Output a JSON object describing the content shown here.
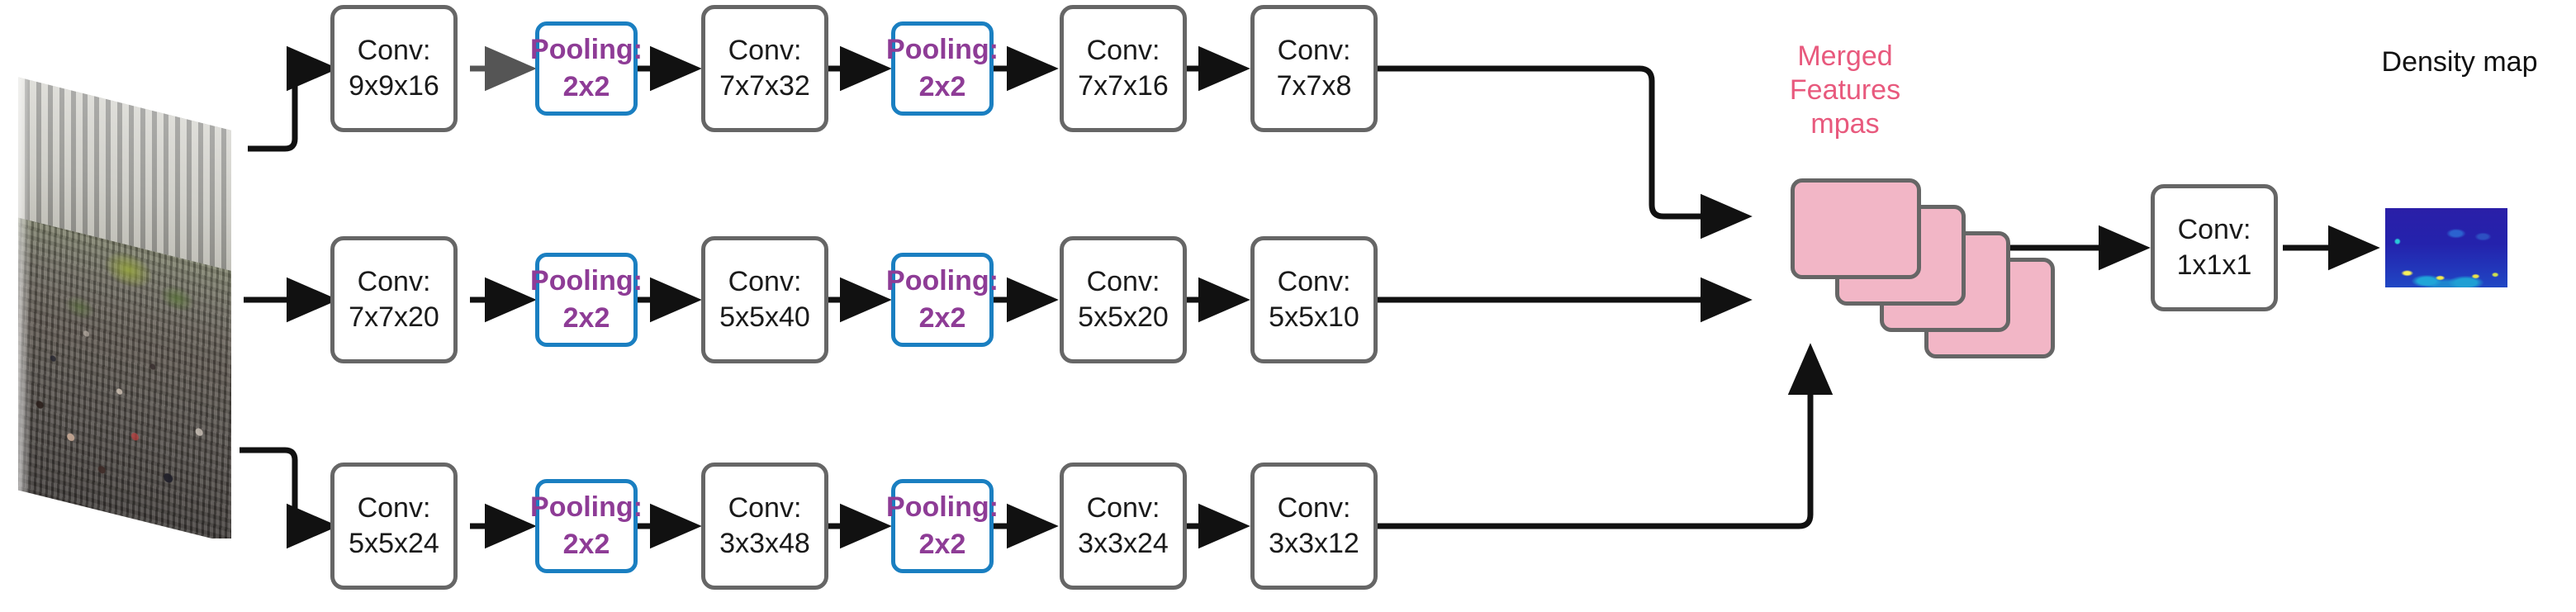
{
  "diagram": {
    "title": "Multi-column CNN crowd density estimation architecture",
    "colors": {
      "conv_border": "#666666",
      "pool_border": "#1a7fc1",
      "pool_text": "#8e3c96",
      "merged_fill": "#f2b6c6",
      "merged_label": "#e8597d",
      "arrow": "#111111",
      "background": "#ffffff"
    },
    "input": {
      "name": "crowd-input-image",
      "alt": "Skewed perspective photograph of a dense street crowd"
    },
    "branches": [
      {
        "id": "branch-large-kernel",
        "nodes": [
          {
            "type": "conv",
            "line1": "Conv:",
            "line2": "9x9x16"
          },
          {
            "type": "pooling",
            "line1": "Pooling:",
            "line2": "2x2"
          },
          {
            "type": "conv",
            "line1": "Conv:",
            "line2": "7x7x32"
          },
          {
            "type": "pooling",
            "line1": "Pooling:",
            "line2": "2x2"
          },
          {
            "type": "conv",
            "line1": "Conv:",
            "line2": "7x7x16"
          },
          {
            "type": "conv",
            "line1": "Conv:",
            "line2": "7x7x8"
          }
        ]
      },
      {
        "id": "branch-medium-kernel",
        "nodes": [
          {
            "type": "conv",
            "line1": "Conv:",
            "line2": "7x7x20"
          },
          {
            "type": "pooling",
            "line1": "Pooling:",
            "line2": "2x2"
          },
          {
            "type": "conv",
            "line1": "Conv:",
            "line2": "5x5x40"
          },
          {
            "type": "pooling",
            "line1": "Pooling:",
            "line2": "2x2"
          },
          {
            "type": "conv",
            "line1": "Conv:",
            "line2": "5x5x20"
          },
          {
            "type": "conv",
            "line1": "Conv:",
            "line2": "5x5x10"
          }
        ]
      },
      {
        "id": "branch-small-kernel",
        "nodes": [
          {
            "type": "conv",
            "line1": "Conv:",
            "line2": "5x5x24"
          },
          {
            "type": "pooling",
            "line1": "Pooling:",
            "line2": "2x2"
          },
          {
            "type": "conv",
            "line1": "Conv:",
            "line2": "3x3x48"
          },
          {
            "type": "pooling",
            "line1": "Pooling:",
            "line2": "2x2"
          },
          {
            "type": "conv",
            "line1": "Conv:",
            "line2": "3x3x24"
          },
          {
            "type": "conv",
            "line1": "Conv:",
            "line2": "3x3x12"
          }
        ]
      }
    ],
    "merged": {
      "label": "Merged\nFeatures\nmpas",
      "stack_count": 4
    },
    "fusion": {
      "type": "conv",
      "line1": "Conv:",
      "line2": "1x1x1"
    },
    "output": {
      "label": "Density map",
      "name": "density-map-image"
    }
  }
}
